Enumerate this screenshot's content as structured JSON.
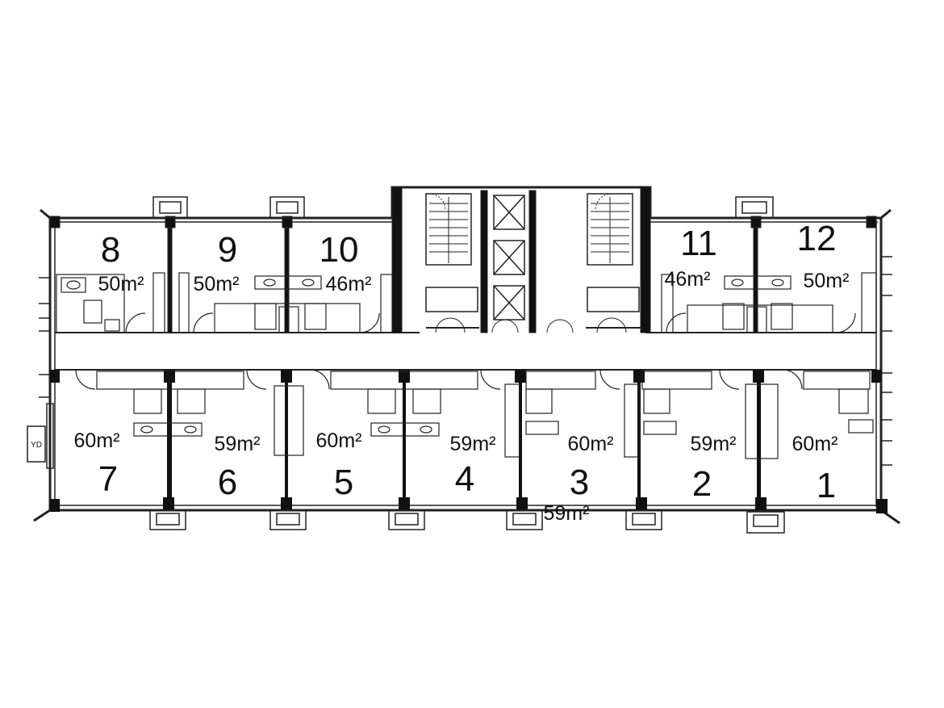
{
  "plan": {
    "units": [
      {
        "number": "8",
        "area": "50m²"
      },
      {
        "number": "9",
        "area": "50m²"
      },
      {
        "number": "10",
        "area": "46m²"
      },
      {
        "number": "11",
        "area": "46m²"
      },
      {
        "number": "12",
        "area": "50m²"
      },
      {
        "number": "7",
        "area": "60m²"
      },
      {
        "number": "6",
        "area": "59m²"
      },
      {
        "number": "5",
        "area": "60m²"
      },
      {
        "number": "4",
        "area": "59m²"
      },
      {
        "number": "3",
        "area": "60m²"
      },
      {
        "number": "2",
        "area": "59m²"
      },
      {
        "number": "1",
        "area": "60m²"
      }
    ],
    "extra_area_label": "59m²",
    "yd_label": "YD",
    "colors": {
      "wall": "#111111",
      "line": "#333333",
      "paper": "#ffffff"
    }
  }
}
